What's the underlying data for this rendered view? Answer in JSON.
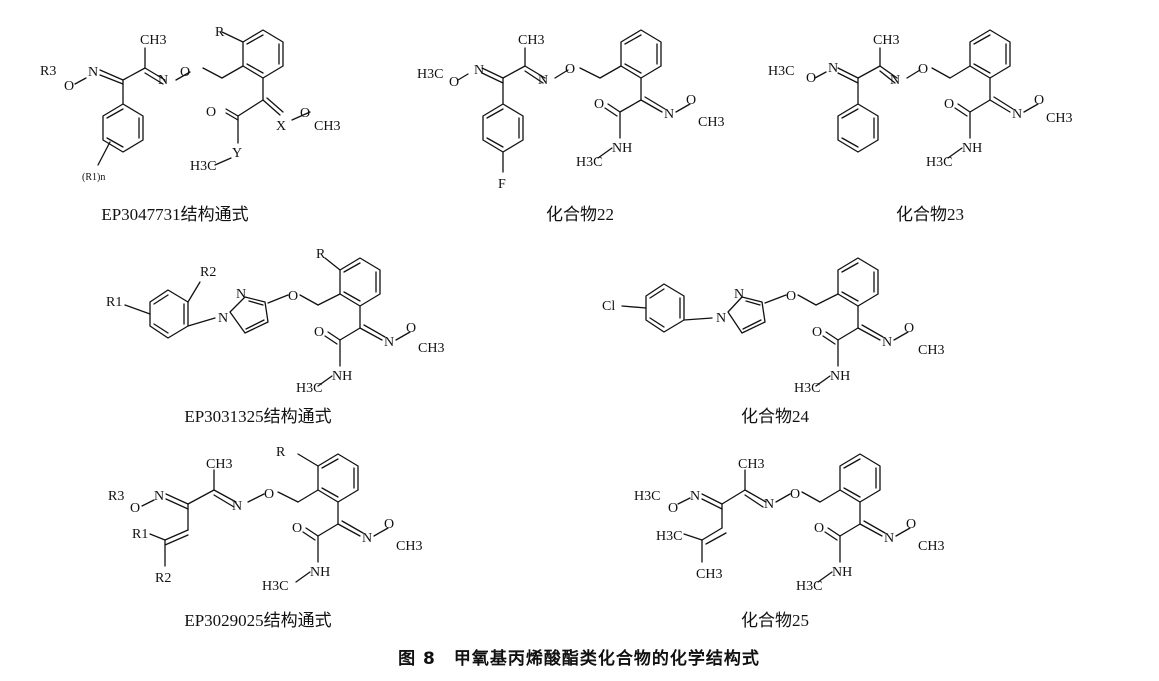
{
  "structures": [
    {
      "id": "s1",
      "caption": "EP3047731结构通式"
    },
    {
      "id": "s2",
      "caption": "化合物22"
    },
    {
      "id": "s3",
      "caption": "化合物23"
    },
    {
      "id": "s4",
      "caption": "EP3031325结构通式"
    },
    {
      "id": "s5",
      "caption": "化合物24"
    },
    {
      "id": "s6",
      "caption": "EP3029025结构通式"
    },
    {
      "id": "s7",
      "caption": "化合物25"
    }
  ],
  "figure_caption": "图 8　甲氧基丙烯酸酯类化合物的化学结构式",
  "atom_labels": {
    "R": "R",
    "R1": "R1",
    "R2": "R2",
    "R3": "R3",
    "Rn": "(R1)n",
    "X": "X",
    "Y": "Y",
    "O": "O",
    "N": "N",
    "NH": "NH",
    "F": "F",
    "Cl": "Cl",
    "CH3": "CH3",
    "H3C": "H3C"
  }
}
